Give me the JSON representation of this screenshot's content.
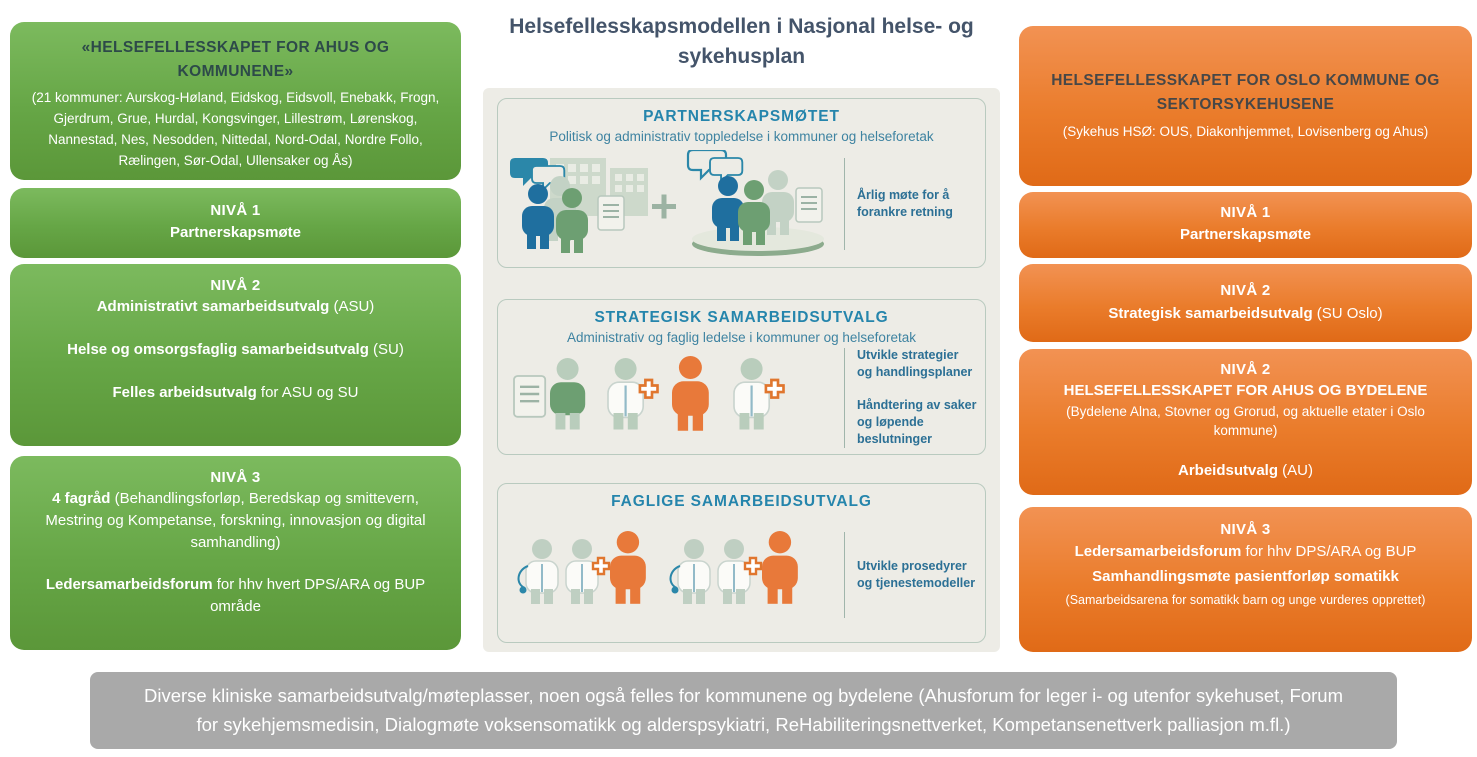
{
  "center": {
    "title": "Helsefellesskapsmodellen i Nasjonal helse- og sykehusplan",
    "panels": [
      {
        "heading": "PARTNERSKAPSMØTET",
        "subheading": "Politisk og administrativ toppledelse i kommuner og helseforetak",
        "notes": [
          "Årlig møte for å forankre retning"
        ]
      },
      {
        "heading": "STRATEGISK SAMARBEIDSUTVALG",
        "subheading": "Administrativ og faglig ledelse i kommuner og helseforetak",
        "notes": [
          "Utvikle strategier og handlingsplaner",
          "Håndtering av saker og løpende beslutninger"
        ]
      },
      {
        "heading": "FAGLIGE SAMARBEIDSUTVALG",
        "subheading": "",
        "notes": [
          "Utvikle prosedyrer og tjenestemodeller"
        ]
      }
    ]
  },
  "left": {
    "header": {
      "title": "«HELSEFELLESSKAPET FOR AHUS OG KOMMUNENE»",
      "subtitle": "(21 kommuner: Aurskog-Høland, Eidskog, Eidsvoll, Enebakk, Frogn, Gjerdrum, Grue, Hurdal, Kongsvinger, Lillestrøm, Lørenskog, Nannestad, Nes, Nesodden, Nittedal, Nord-Odal, Nordre Follo, Rælingen, Sør-Odal, Ullensaker og Ås)"
    },
    "nivaa1": {
      "level": "NIVÅ 1",
      "name": "Partnerskapsmøte"
    },
    "nivaa2": {
      "level": "NIVÅ 2",
      "items": [
        {
          "bold": "Administrativt samarbeidsutvalg",
          "rest": " (ASU)"
        },
        {
          "bold": "Helse og omsorgsfaglig samarbeidsutvalg",
          "rest": " (SU)"
        },
        {
          "bold": "Felles arbeidsutvalg",
          "rest": " for ASU og SU"
        }
      ]
    },
    "nivaa3": {
      "level": "NIVÅ 3",
      "items": [
        {
          "bold": "4 fagråd",
          "rest": " (Behandlingsforløp, Beredskap og smittevern, Mestring og Kompetanse, forskning, innovasjon og digital samhandling)"
        },
        {
          "bold": "Ledersamarbeidsforum",
          "rest": " for hhv hvert DPS/ARA og BUP område"
        }
      ]
    }
  },
  "right": {
    "header": {
      "title": "HELSEFELLESSKAPET FOR OSLO KOMMUNE OG SEKTORSYKEHUSENE",
      "subtitle": "(Sykehus HSØ: OUS, Diakonhjemmet, Lovisenberg og Ahus)"
    },
    "nivaa1": {
      "level": "NIVÅ 1",
      "name": "Partnerskapsmøte"
    },
    "nivaa2a": {
      "level": "NIVÅ 2",
      "bold": "Strategisk samarbeidsutvalg",
      "rest": " (SU Oslo)"
    },
    "nivaa2b": {
      "level": "NIVÅ 2",
      "title": "HELSEFELLESSKAPET FOR AHUS OG BYDELENE",
      "subtitle": "(Bydelene Alna, Stovner og Grorud, og aktuelle etater i Oslo kommune)",
      "bold": "Arbeidsutvalg",
      "rest": " (AU)"
    },
    "nivaa3": {
      "level": "NIVÅ 3",
      "line1_bold": "Ledersamarbeidsforum",
      "line1_rest": " for hhv DPS/ARA og BUP",
      "line2": "Samhandlingsmøte pasientforløp somatikk",
      "line3": "(Samarbeidsarena for somatikk barn og unge vurderes opprettet)"
    }
  },
  "footer": {
    "text": "Diverse kliniske samarbeidsutvalg/møteplasser, noen også felles for kommunene og bydelene (Ahusforum for leger i- og utenfor sykehuset, Forum for sykehjemsmedisin, Dialogmøte voksensomatikk og alderspsykiatri, ReHabiliteringsnettverket, Kompetansenettverk palliasjon m.fl.)"
  },
  "colors": {
    "green_box": "#68a946",
    "orange_box": "#ea7c2b",
    "panel_background": "#edece6",
    "teal_heading": "#2585ac",
    "navy_title": "#44546a",
    "note_blue": "#2c7095",
    "footer_gray": "#a9a9a9",
    "green_box_title": "#2d4a49",
    "orange_box_title": "#474747"
  },
  "icons": [
    "speech-bubble-icon",
    "buildings-icon",
    "person-icon",
    "doctor-icon",
    "medical-cross-icon",
    "document-icon",
    "plus-icon",
    "platform-icon",
    "stethoscope-icon"
  ]
}
